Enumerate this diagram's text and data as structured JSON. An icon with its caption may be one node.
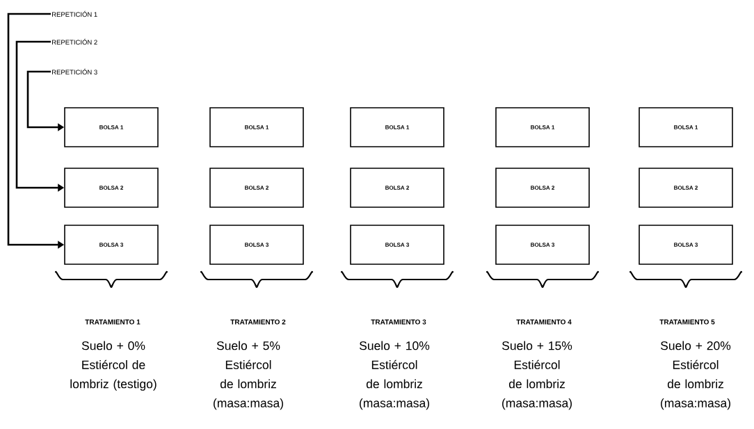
{
  "diagram": {
    "nodes": [
      {
        "text": [
          "REPETICIÓN 1"
        ]
      },
      {
        "text": [
          "REPETICIÓN 2"
        ]
      },
      {
        "text": [
          "REPETICIÓN 3"
        ]
      },
      {
        "text": [
          "BOLSA 1"
        ]
      },
      {
        "text": [
          "BOLSA 1"
        ]
      },
      {
        "text": [
          "BOLSA 1"
        ]
      },
      {
        "text": [
          "BOLSA 1"
        ]
      },
      {
        "text": [
          "BOLSA 1"
        ]
      },
      {
        "text": [
          "BOLSA 2"
        ]
      },
      {
        "text": [
          "BOLSA 2"
        ]
      },
      {
        "text": [
          "BOLSA 2"
        ]
      },
      {
        "text": [
          "BOLSA 2"
        ]
      },
      {
        "text": [
          "BOLSA 2"
        ]
      },
      {
        "text": [
          "BOLSA 3"
        ]
      },
      {
        "text": [
          "BOLSA 3"
        ]
      },
      {
        "text": [
          "BOLSA 3"
        ]
      },
      {
        "text": [
          "BOLSA 3"
        ]
      },
      {
        "text": [
          "BOLSA 3"
        ]
      }
    ],
    "edges": [
      {
        "from": 0,
        "to": 13,
        "arrow": "to"
      },
      {
        "from": 1,
        "to": 8,
        "arrow": "to"
      },
      {
        "from": 2,
        "to": 3,
        "arrow": "to"
      }
    ],
    "labels": [
      "TRATAMIENTO 1",
      "TRATAMIENTO 2",
      "TRATAMIENTO 3",
      "TRATAMIENTO 4",
      "TRATAMIENTO 5",
      "Suelo + 0% Estiércol de lombriz (testigo)",
      "Suelo + 5% Estiércol de lombriz (masa:masa)",
      "Suelo + 10% Estiércol de lombriz (masa:masa)",
      "Suelo + 15% Estiércol de lombriz (masa:masa)",
      "Suelo + 20% Estiércol de lombriz (masa:masa)"
    ]
  }
}
